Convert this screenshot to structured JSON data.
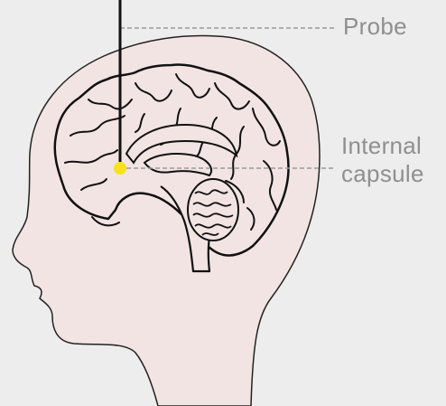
{
  "labels": {
    "probe": "Probe",
    "internal_capsule_line1": "Internal",
    "internal_capsule_line2": "capsule"
  },
  "colors": {
    "background": "#ededed",
    "skin": "#f2e4e3",
    "outline": "#1a1a1a",
    "label_text": "#8f8f8f",
    "leader_line": "#9a9a9a",
    "target_marker": "#f7e21c"
  },
  "icons": {
    "head": "head-silhouette",
    "brain": "brain-outline",
    "probe": "probe-line",
    "target": "yellow-dot"
  }
}
